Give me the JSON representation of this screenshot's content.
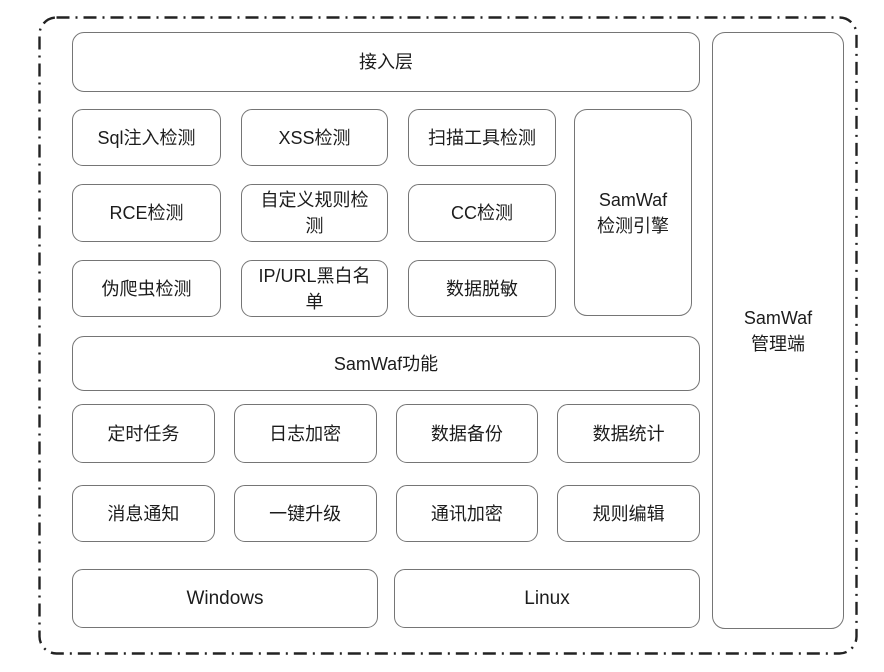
{
  "diagram": {
    "access_layer": "接入层",
    "detection": {
      "items": [
        "Sql注入检测",
        "XSS检测",
        "扫描工具检测",
        "RCE检测",
        "自定义规则检测",
        "CC检测",
        "伪爬虫检测",
        "IP/URL黑白名单",
        "数据脱敏"
      ],
      "engine_lines": [
        "SamWaf",
        "检测引擎"
      ]
    },
    "features_header": "SamWaf功能",
    "features": [
      "定时任务",
      "日志加密",
      "数据备份",
      "数据统计",
      "消息通知",
      "一键升级",
      "通讯加密",
      "规则编辑"
    ],
    "platforms": [
      "Windows",
      "Linux"
    ],
    "management_lines": [
      "SamWaf",
      "管理端"
    ]
  },
  "colors": {
    "background": "#ffffff",
    "box_border": "#757575",
    "outer_border": "#222222",
    "text": "#1c1c1c"
  }
}
